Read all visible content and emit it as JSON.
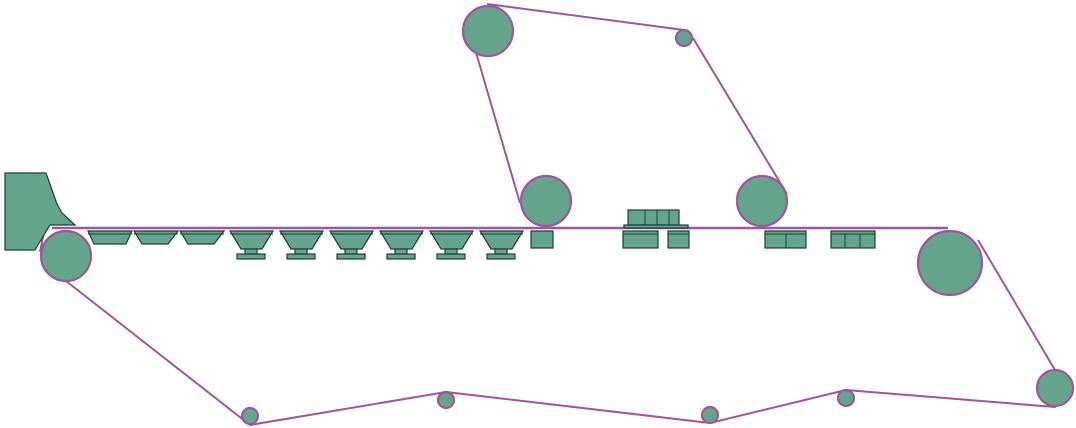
{
  "diagram": {
    "kind": "paper-machine-wire-section",
    "labels": [],
    "colors": {
      "background": "#ffffff",
      "roll_fill": "#64a48a",
      "wire_line": "#a0559e",
      "unit_fill": "#64a48a",
      "unit_outline": "#1f3d3a"
    },
    "components": {
      "headbox": {
        "icon": "headbox-icon"
      },
      "breast_roll": {
        "icon": "roll-icon"
      },
      "forming_boards": {
        "count": 3,
        "icon": "forming-board-icon"
      },
      "foils": {
        "count": 6,
        "icon": "foil-icon"
      },
      "suction_boxes": {
        "count": 5,
        "icon": "suction-box-icon"
      },
      "top_wire_rolls": {
        "count": 4,
        "icon": "roll-icon"
      },
      "couch_roll": {
        "icon": "roll-icon"
      },
      "return_rolls": {
        "count": 5,
        "icon": "roll-icon"
      }
    }
  }
}
